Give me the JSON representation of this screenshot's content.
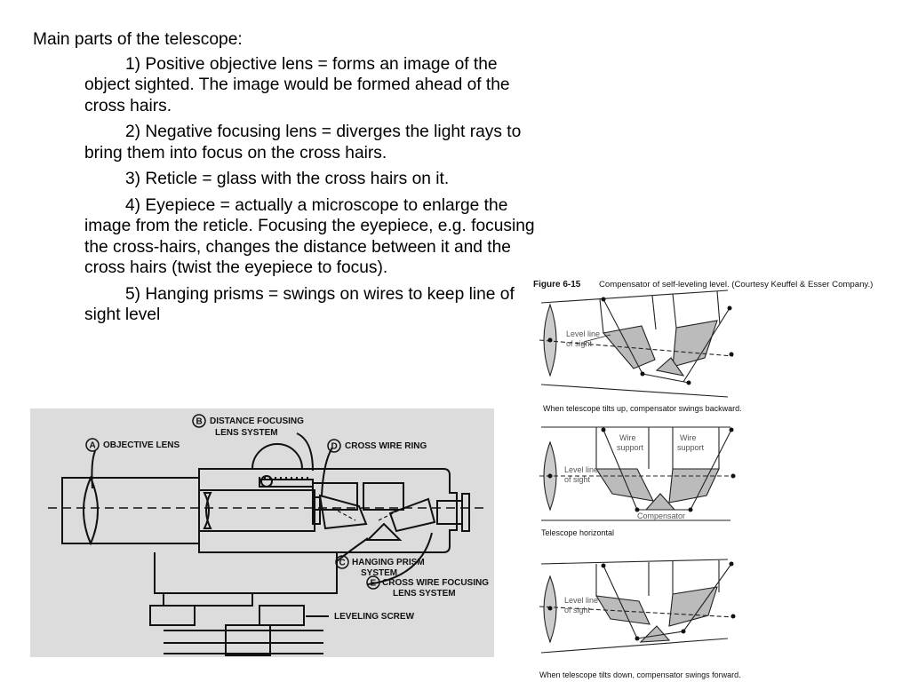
{
  "notes": {
    "heading": "Main parts of the telescope:",
    "items": [
      "1)  Positive objective lens = forms an image of the object sighted.  The image would be formed ahead of the cross hairs.",
      "2)  Negative focusing lens = diverges the light rays to bring them into focus on the cross hairs.",
      "3)  Reticle = glass with the cross hairs on it.",
      "4)  Eyepiece = actually a microscope to enlarge the image from the reticle.  Focusing the eyepiece, e.g. focusing the cross-hairs, changes the distance between it and the cross hairs (twist the eyepiece to focus).",
      "5)  Hanging prisms = swings on wires to keep line of sight level"
    ]
  },
  "left_figure": {
    "label_a_letter": "A",
    "label_a": "OBJECTIVE   LENS",
    "label_b_letter": "B",
    "label_b_line1": "DISTANCE  FOCUSING",
    "label_b_line2": "LENS   SYSTEM",
    "label_d_letter": "D",
    "label_d": "CROSS  WIRE  RING",
    "label_c_letter": "C",
    "label_c_line1": "HANGING PRISM",
    "label_c_line2": "SYSTEM",
    "label_e_letter": "E",
    "label_e_line1": "CROSS  WIRE  FOCUSING",
    "label_e_line2": "LENS  SYSTEM",
    "label_leveling": "LEVELING  SCREW"
  },
  "right_figure": {
    "fig_number": "Figure 6-15",
    "fig_caption": "Compensator of self-leveling level. (Courtesy Keuffel & Esser Company.)",
    "panel1": {
      "line_label_1": "Level line",
      "line_label_2": "of sight",
      "caption": "When telescope tilts up, compensator swings backward."
    },
    "panel2": {
      "line_label_1": "Level line",
      "line_label_2": "of sight",
      "wire_l1": "Wire",
      "wire_l2": "support",
      "wire_r1": "Wire",
      "wire_r2": "support",
      "compensator": "Compensator",
      "caption": "Telescope horizontal"
    },
    "panel3": {
      "line_label_1": "Level line",
      "line_label_2": "of sight",
      "caption": "When telescope tilts down, compensator swings forward."
    }
  }
}
